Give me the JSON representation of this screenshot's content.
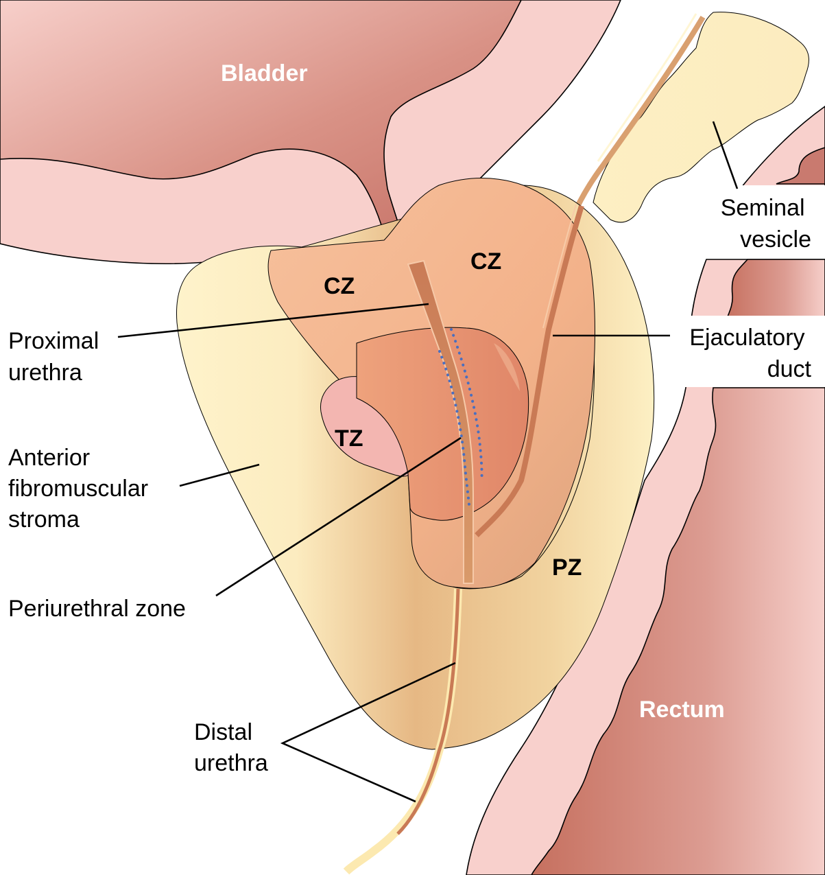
{
  "title": "Zonal anatomy of the prostate",
  "organs": {
    "bladder": "Bladder",
    "rectum": "Rectum"
  },
  "zones": {
    "cz_left": "CZ",
    "cz_right": "CZ",
    "tz": "TZ",
    "pz": "PZ"
  },
  "labels": {
    "proximal_urethra": [
      "Proximal",
      "urethra"
    ],
    "anterior_stroma": [
      "Anterior",
      "fibromuscular",
      "stroma"
    ],
    "periurethral_zone": "Periurethral zone",
    "distal_urethra": [
      "Distal",
      "urethra"
    ],
    "seminal_vesicle": [
      "Seminal",
      "vesicle"
    ],
    "ejaculatory_duct": [
      "Ejaculatory",
      "duct"
    ]
  },
  "colors": {
    "bladder_dark": "#c97468",
    "bladder_light": "#f6cdc9",
    "mucosa": "#f8d0cc",
    "stroma": "#fdf0c6",
    "stroma_shade": "#e8b98a",
    "central_zone": "#f4b48c",
    "transition": "#f2b1ad",
    "periurethral": "#e99a78",
    "duct": "#c97a55",
    "dots": "#4a6fbf"
  }
}
